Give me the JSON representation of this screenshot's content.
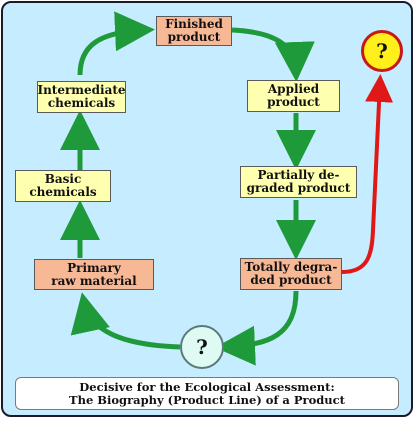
{
  "diagram": {
    "boxes": {
      "finished_product": "Finished\nproduct",
      "intermediate_chemicals": "Intermediate\nchemicals",
      "basic_chemicals": "Basic\nchemicals",
      "primary_raw_material": "Primary\nraw material",
      "applied_product": "Applied\nproduct",
      "partially_degraded_product": "Partially de-\ngraded product",
      "totally_degraded_product": "Totally degra-\nded product"
    },
    "question_bottom": "?",
    "question_top": "?",
    "caption_line1": "Decisive for the Ecological Assessment:",
    "caption_line2": "The Biography (Product Line) of a Product"
  },
  "colors": {
    "background": "#c6ecff",
    "yellow_box": "#ffffb0",
    "peach_box": "#f7b896",
    "green_arrow": "#1f9a3a",
    "red_arrow": "#e01818"
  }
}
